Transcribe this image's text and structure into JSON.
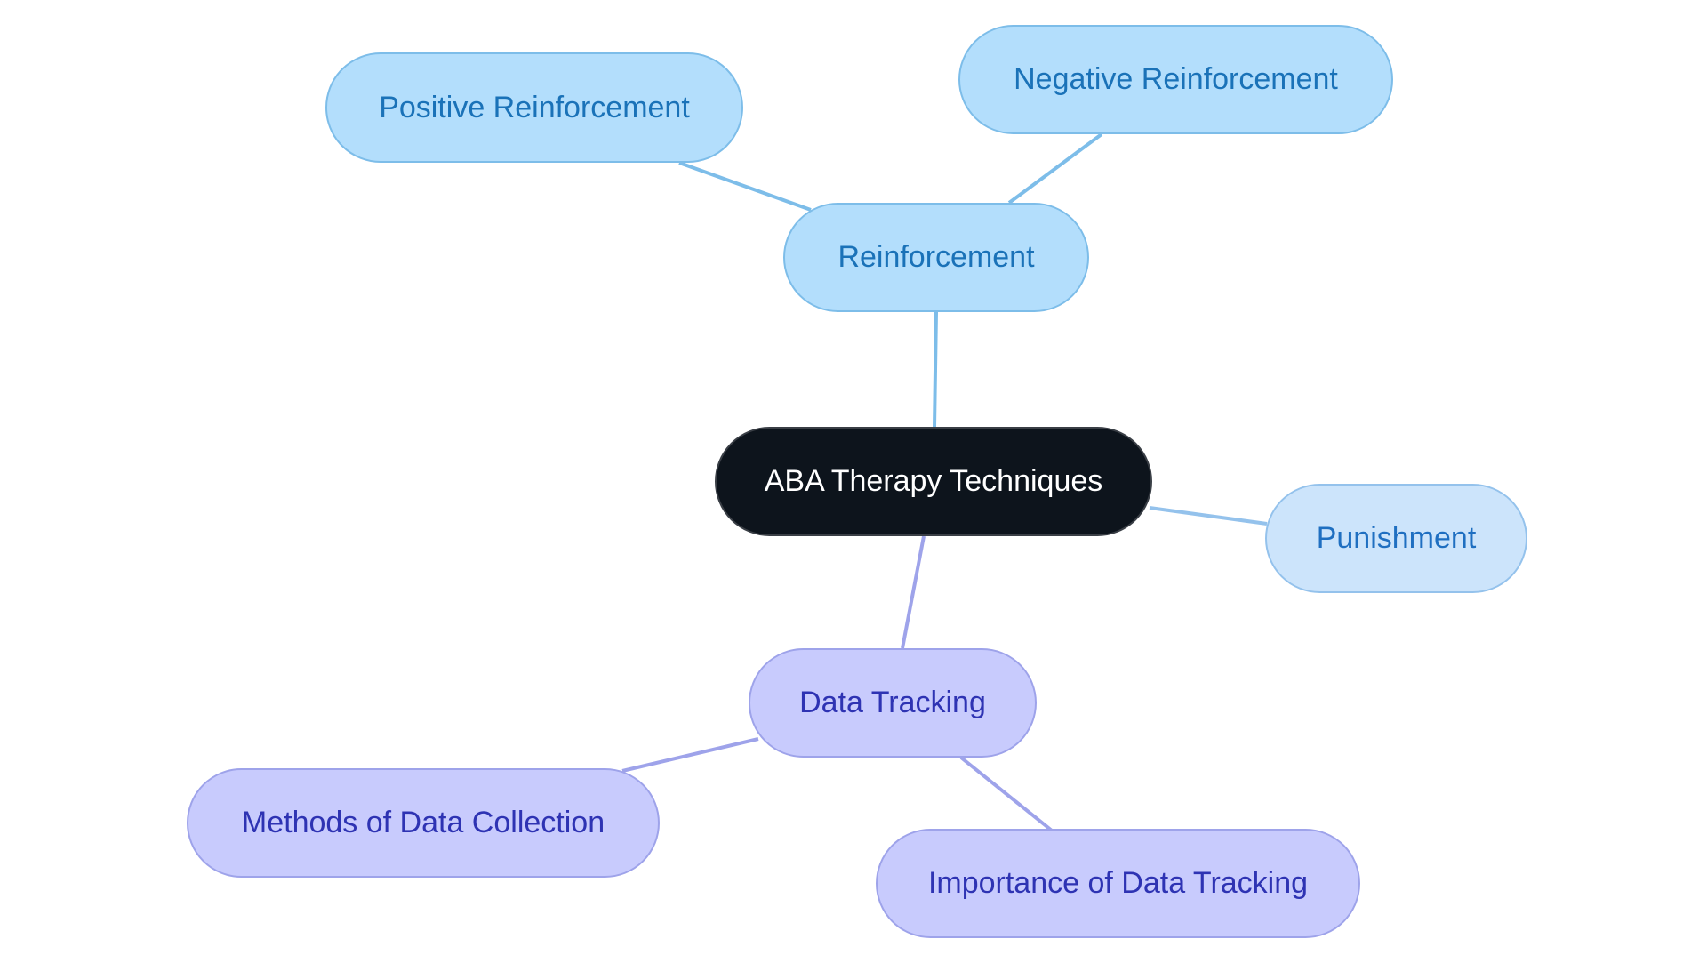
{
  "diagram": {
    "type": "mindmap",
    "root": {
      "id": "root",
      "label": "ABA Therapy Techniques"
    },
    "nodes": [
      {
        "id": "reinforcement",
        "label": "Reinforcement",
        "parent": "root"
      },
      {
        "id": "positive",
        "label": "Positive Reinforcement",
        "parent": "reinforcement"
      },
      {
        "id": "negative",
        "label": "Negative Reinforcement",
        "parent": "reinforcement"
      },
      {
        "id": "punishment",
        "label": "Punishment",
        "parent": "root"
      },
      {
        "id": "datatracking",
        "label": "Data Tracking",
        "parent": "root"
      },
      {
        "id": "methods",
        "label": "Methods of Data Collection",
        "parent": "datatracking"
      },
      {
        "id": "importance",
        "label": "Importance of Data Tracking",
        "parent": "datatracking"
      }
    ],
    "colors": {
      "root_fill": "#0d141c",
      "reinforcement_branch": "#b3defc",
      "punishment_branch": "#cce4fb",
      "datatracking_branch": "#c8cbfd",
      "reinforcement_edge": "#7dbde9",
      "punishment_edge": "#94c2ec",
      "datatracking_edge": "#9ea3ea"
    }
  }
}
